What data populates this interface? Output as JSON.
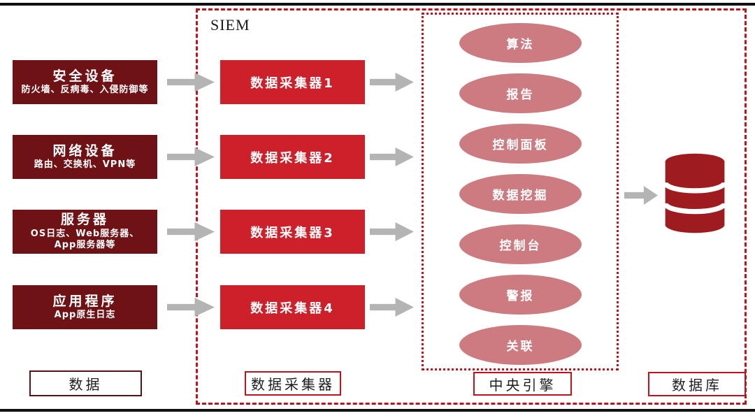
{
  "diagram_title": "SIEM",
  "sources": [
    {
      "title": "安全设备",
      "subtitle": "防火墙、反病毒、入侵防御等"
    },
    {
      "title": "网络设备",
      "subtitle": "路由、交换机、VPN等"
    },
    {
      "title": "服务器",
      "subtitle": "OS日志、Web服务器、",
      "subtitle2": "App服务器等"
    },
    {
      "title": "应用程序",
      "subtitle": "App原生日志"
    }
  ],
  "collectors": [
    {
      "label": "数据采集器1"
    },
    {
      "label": "数据采集器2"
    },
    {
      "label": "数据采集器3"
    },
    {
      "label": "数据采集器4"
    }
  ],
  "engine": {
    "items": [
      {
        "label": "算法"
      },
      {
        "label": "报告"
      },
      {
        "label": "控制面板"
      },
      {
        "label": "数据挖掘"
      },
      {
        "label": "控制台"
      },
      {
        "label": "警报"
      },
      {
        "label": "关联"
      }
    ]
  },
  "footer_labels": {
    "data": "数据",
    "collectors": "数据采集器",
    "engine": "中央引擎",
    "database": "数据库"
  },
  "icons": {
    "database": "database-cylinder-icon",
    "arrow": "block-arrow-right-icon"
  },
  "colors": {
    "source_box": "#6E1216",
    "collector_box": "#CC202B",
    "engine_ellipse": "#CC7C80",
    "database_icon": "#9E1C20",
    "dashed_border": "#C3121E",
    "arrow": "#B4B4B4",
    "rule": "#111111"
  }
}
